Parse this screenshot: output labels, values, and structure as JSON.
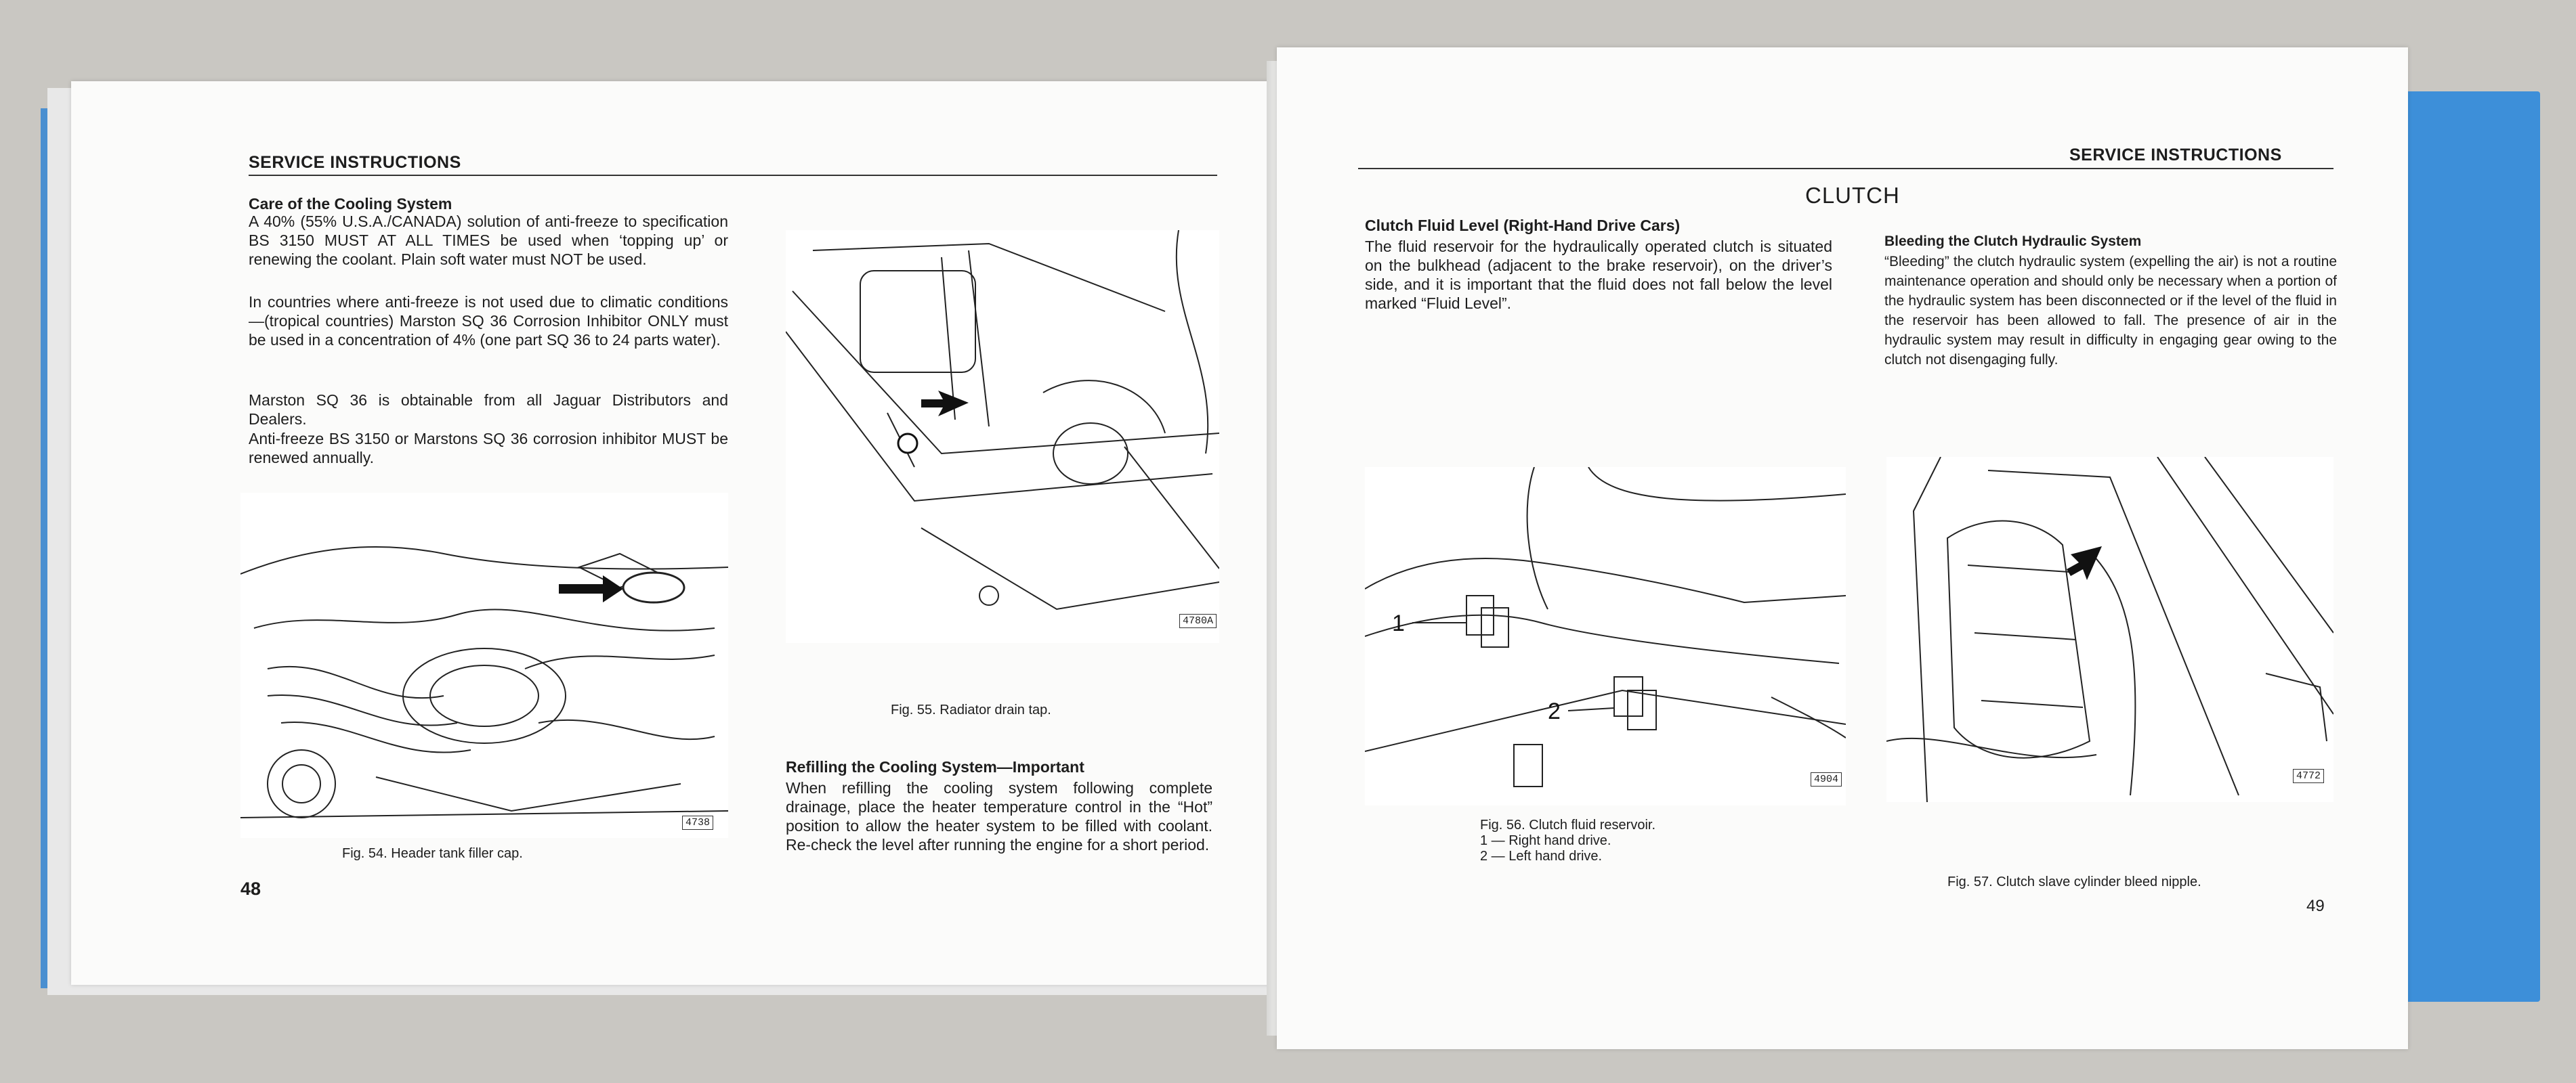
{
  "left_page": {
    "header": "SERVICE INSTRUCTIONS",
    "section_title": "Care of the Cooling System",
    "paragraphs": [
      "A 40% (55% U.S.A./CANADA) solution of anti-freeze to specification BS 3150 MUST AT ALL TIMES be used when ‘topping up’ or renewing the coolant. Plain soft water must NOT be used.",
      "In countries where anti-freeze is not used due to climatic conditions —(tropical countries) Marston SQ 36 Corrosion Inhibitor ONLY must be used in a concentration of 4% (one part SQ 36 to 24 parts water).",
      "Marston SQ 36 is obtainable from all Jaguar Distributors and Dealers.",
      "Anti-freeze BS 3150 or Marstons SQ 36 corrosion inhibitor MUST be renewed annually."
    ],
    "fig54_caption": "Fig. 54.    Header tank filler cap.",
    "fig54_number": "4738",
    "fig55_caption": "Fig. 55.    Radiator drain tap.",
    "fig55_number": "4780A",
    "refill_title": "Refilling the Cooling System—Important",
    "refill_text": "When refilling the cooling system following complete drainage, place the heater temperature control in the “Hot” position to allow the heater system to be filled with coolant. Re-check the level after running the engine for a short period.",
    "page_number": "48"
  },
  "right_page": {
    "header": "SERVICE INSTRUCTIONS",
    "chapter_title": "CLUTCH",
    "fluid_title": "Clutch Fluid Level (Right-Hand Drive Cars)",
    "fluid_text": "The fluid reservoir for the hydraulically operated clutch is situated on the bulkhead (adjacent to the brake reservoir), on the driver’s side, and it is important that the fluid does not fall below the level marked “Fluid Level”.",
    "bleed_title": "Bleeding the Clutch Hydraulic System",
    "bleed_text": "“Bleeding” the clutch hydraulic system (expelling the air) is not a routine maintenance operation and should only be necessary when a portion of the hydraulic system has been disconnected or if the level of the fluid in the reservoir has been allowed to fall. The presence of air in the hydraulic system may result in difficulty in engaging gear owing to the clutch not disengaging fully.",
    "fig56_caption": "Fig. 56.    Clutch fluid reservoir.\n                  1 — Right hand drive.\n                  2 — Left hand drive.",
    "fig56_number": "4904",
    "fig56_label_1": "1",
    "fig56_label_2": "2",
    "fig57_caption": "Fig. 57.   Clutch slave cylinder bleed nipple.",
    "fig57_number": "4772",
    "page_number": "49"
  },
  "colors": {
    "cover_blue": "#3d8fd9",
    "paper": "#fbfbfa",
    "ink": "#1d1d1d"
  },
  "icons": [
    "arrow-pointer-icon"
  ]
}
